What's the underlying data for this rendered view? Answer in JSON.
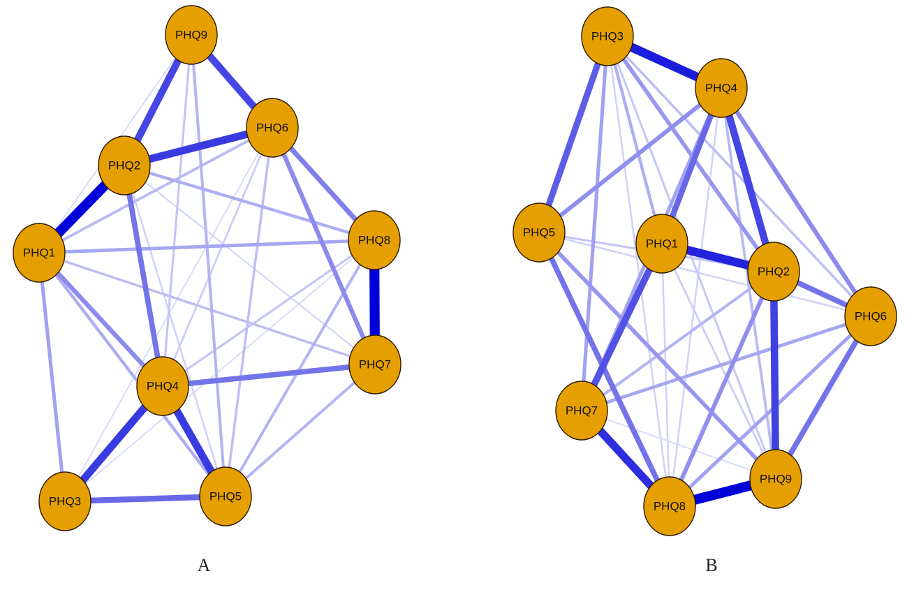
{
  "figure": {
    "node_color": "#E69F00",
    "edge_color_strong": "#0000D8",
    "edge_color_weak": "#E6E8FB",
    "panels": [
      {
        "id": "A",
        "label": "A",
        "nodes": [
          {
            "id": "PHQ1",
            "label": "PHQ1"
          },
          {
            "id": "PHQ2",
            "label": "PHQ2"
          },
          {
            "id": "PHQ3",
            "label": "PHQ3"
          },
          {
            "id": "PHQ4",
            "label": "PHQ4"
          },
          {
            "id": "PHQ5",
            "label": "PHQ5"
          },
          {
            "id": "PHQ6",
            "label": "PHQ6"
          },
          {
            "id": "PHQ7",
            "label": "PHQ7"
          },
          {
            "id": "PHQ8",
            "label": "PHQ8"
          },
          {
            "id": "PHQ9",
            "label": "PHQ9"
          }
        ],
        "edges": [
          {
            "from": "PHQ1",
            "to": "PHQ2",
            "weight": 1.0
          },
          {
            "from": "PHQ7",
            "to": "PHQ8",
            "weight": 1.0
          },
          {
            "from": "PHQ2",
            "to": "PHQ6",
            "weight": 0.75
          },
          {
            "from": "PHQ2",
            "to": "PHQ9",
            "weight": 0.7
          },
          {
            "from": "PHQ6",
            "to": "PHQ9",
            "weight": 0.7
          },
          {
            "from": "PHQ3",
            "to": "PHQ4",
            "weight": 0.75
          },
          {
            "from": "PHQ4",
            "to": "PHQ5",
            "weight": 0.75
          },
          {
            "from": "PHQ3",
            "to": "PHQ5",
            "weight": 0.55
          },
          {
            "from": "PHQ4",
            "to": "PHQ7",
            "weight": 0.5
          },
          {
            "from": "PHQ2",
            "to": "PHQ4",
            "weight": 0.5
          },
          {
            "from": "PHQ6",
            "to": "PHQ8",
            "weight": 0.45
          },
          {
            "from": "PHQ6",
            "to": "PHQ7",
            "weight": 0.4
          },
          {
            "from": "PHQ1",
            "to": "PHQ4",
            "weight": 0.4
          },
          {
            "from": "PHQ1",
            "to": "PHQ3",
            "weight": 0.3
          },
          {
            "from": "PHQ1",
            "to": "PHQ8",
            "weight": 0.28
          },
          {
            "from": "PHQ2",
            "to": "PHQ8",
            "weight": 0.25
          },
          {
            "from": "PHQ1",
            "to": "PHQ6",
            "weight": 0.2
          },
          {
            "from": "PHQ1",
            "to": "PHQ5",
            "weight": 0.25
          },
          {
            "from": "PHQ1",
            "to": "PHQ7",
            "weight": 0.18
          },
          {
            "from": "PHQ9",
            "to": "PHQ5",
            "weight": 0.22
          },
          {
            "from": "PHQ9",
            "to": "PHQ4",
            "weight": 0.15
          },
          {
            "from": "PHQ6",
            "to": "PHQ5",
            "weight": 0.18
          },
          {
            "from": "PHQ6",
            "to": "PHQ4",
            "weight": 0.12
          },
          {
            "from": "PHQ8",
            "to": "PHQ5",
            "weight": 0.22
          },
          {
            "from": "PHQ8",
            "to": "PHQ4",
            "weight": 0.15
          },
          {
            "from": "PHQ7",
            "to": "PHQ5",
            "weight": 0.22
          },
          {
            "from": "PHQ2",
            "to": "PHQ5",
            "weight": 0.1
          },
          {
            "from": "PHQ9",
            "to": "PHQ1",
            "weight": 0.06
          },
          {
            "from": "PHQ2",
            "to": "PHQ7",
            "weight": 0.08
          },
          {
            "from": "PHQ3",
            "to": "PHQ6",
            "weight": 0.06
          },
          {
            "from": "PHQ3",
            "to": "PHQ8",
            "weight": 0.06
          }
        ]
      },
      {
        "id": "B",
        "label": "B",
        "nodes": [
          {
            "id": "PHQ1",
            "label": "PHQ1"
          },
          {
            "id": "PHQ2",
            "label": "PHQ2"
          },
          {
            "id": "PHQ3",
            "label": "PHQ3"
          },
          {
            "id": "PHQ4",
            "label": "PHQ4"
          },
          {
            "id": "PHQ5",
            "label": "PHQ5"
          },
          {
            "id": "PHQ6",
            "label": "PHQ6"
          },
          {
            "id": "PHQ7",
            "label": "PHQ7"
          },
          {
            "id": "PHQ8",
            "label": "PHQ8"
          },
          {
            "id": "PHQ9",
            "label": "PHQ9"
          }
        ],
        "edges": [
          {
            "from": "PHQ8",
            "to": "PHQ9",
            "weight": 1.0
          },
          {
            "from": "PHQ3",
            "to": "PHQ4",
            "weight": 0.88
          },
          {
            "from": "PHQ1",
            "to": "PHQ2",
            "weight": 0.85
          },
          {
            "from": "PHQ7",
            "to": "PHQ8",
            "weight": 0.8
          },
          {
            "from": "PHQ2",
            "to": "PHQ9",
            "weight": 0.72
          },
          {
            "from": "PHQ2",
            "to": "PHQ4",
            "weight": 0.7
          },
          {
            "from": "PHQ1",
            "to": "PHQ7",
            "weight": 0.65
          },
          {
            "from": "PHQ3",
            "to": "PHQ5",
            "weight": 0.6
          },
          {
            "from": "PHQ1",
            "to": "PHQ4",
            "weight": 0.55
          },
          {
            "from": "PHQ5",
            "to": "PHQ8",
            "weight": 0.5
          },
          {
            "from": "PHQ6",
            "to": "PHQ9",
            "weight": 0.5
          },
          {
            "from": "PHQ2",
            "to": "PHQ6",
            "weight": 0.5
          },
          {
            "from": "PHQ4",
            "to": "PHQ6",
            "weight": 0.4
          },
          {
            "from": "PHQ4",
            "to": "PHQ5",
            "weight": 0.38
          },
          {
            "from": "PHQ2",
            "to": "PHQ8",
            "weight": 0.38
          },
          {
            "from": "PHQ3",
            "to": "PHQ2",
            "weight": 0.35
          },
          {
            "from": "PHQ5",
            "to": "PHQ9",
            "weight": 0.35
          },
          {
            "from": "PHQ3",
            "to": "PHQ7",
            "weight": 0.3
          },
          {
            "from": "PHQ4",
            "to": "PHQ7",
            "weight": 0.3
          },
          {
            "from": "PHQ6",
            "to": "PHQ8",
            "weight": 0.3
          },
          {
            "from": "PHQ6",
            "to": "PHQ7",
            "weight": 0.28
          },
          {
            "from": "PHQ3",
            "to": "PHQ1",
            "weight": 0.25
          },
          {
            "from": "PHQ2",
            "to": "PHQ7",
            "weight": 0.22
          },
          {
            "from": "PHQ4",
            "to": "PHQ9",
            "weight": 0.2
          },
          {
            "from": "PHQ3",
            "to": "PHQ6",
            "weight": 0.18
          },
          {
            "from": "PHQ5",
            "to": "PHQ2",
            "weight": 0.15
          },
          {
            "from": "PHQ3",
            "to": "PHQ9",
            "weight": 0.14
          },
          {
            "from": "PHQ1",
            "to": "PHQ9",
            "weight": 0.12
          },
          {
            "from": "PHQ5",
            "to": "PHQ6",
            "weight": 0.1
          },
          {
            "from": "PHQ3",
            "to": "PHQ8",
            "weight": 0.1
          },
          {
            "from": "PHQ1",
            "to": "PHQ8",
            "weight": 0.1
          },
          {
            "from": "PHQ4",
            "to": "PHQ8",
            "weight": 0.1
          },
          {
            "from": "PHQ7",
            "to": "PHQ9",
            "weight": 0.06
          }
        ]
      }
    ]
  }
}
